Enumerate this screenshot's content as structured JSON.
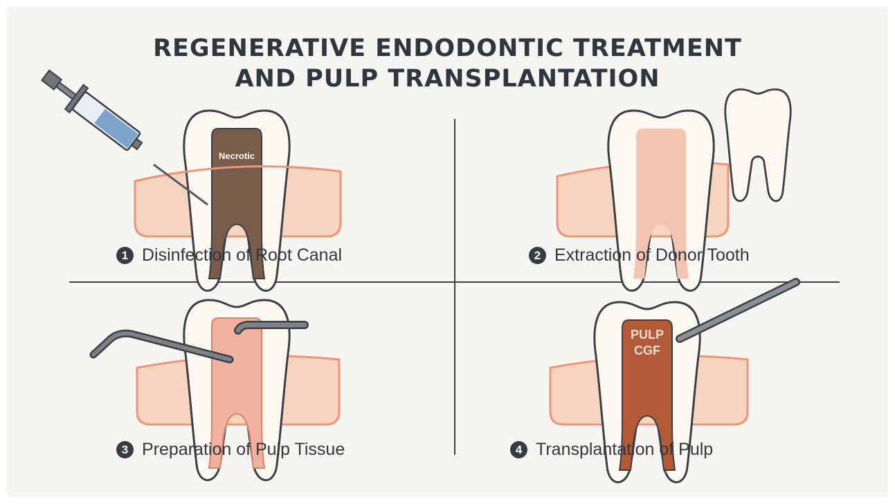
{
  "title": {
    "line1": "REGENERATIVE ENDODONTIC TREATMENT",
    "line2": "AND PULP TRANSPLANTATION"
  },
  "steps": [
    {
      "number": "1",
      "label": "Disinfection of Root Canal"
    },
    {
      "number": "2",
      "label": "Extraction of Donor Tooth"
    },
    {
      "number": "3",
      "label": "Preparation of Pulp Tissue"
    },
    {
      "number": "4",
      "label": "Transplantation of Pulp"
    }
  ],
  "tooth_labels": {
    "necrotic": "Necrotic",
    "pulp_line1": "PULP",
    "pulp_line2": "CGF"
  },
  "colors": {
    "background": "#f6f5f1",
    "gum": "#f6d4bf",
    "gum_edge": "#e9967a",
    "necrotic_pulp": "#7a5c4a",
    "healthy_pulp": "#f3c4b2",
    "cgf_pulp": "#b35a38",
    "syringe_liquid": "#7ea4cc",
    "text": "#2f3740"
  }
}
